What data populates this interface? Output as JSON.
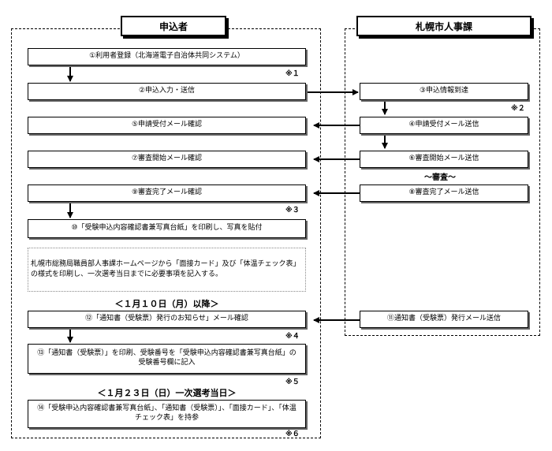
{
  "headers": {
    "applicant": "申込者",
    "hr_department": "札幌市人事課"
  },
  "applicant_steps": {
    "s1": "①利用者登録（北海道電子自治体共同システム）",
    "s2": "②申込入力・送信",
    "s5": "⑤申請受付メール確認",
    "s7": "⑦審査開始メール確認",
    "s9": "⑨審査完了メール確認",
    "s10": "⑩「受験申込内容確認書兼写真台紙」を印刷し、写真を貼付",
    "note": "札幌市総務局職員部人事課ホームページから「面接カード」及び「体温チェック表」の様式を印刷し、一次選考当日までに必要事項を記入する。",
    "s12": "⑫「通知書（受験票）発行のお知らせ」メール確認",
    "s13": "⑬「通知書（受験票）」を印刷、受験番号を「受験申込内容確認書兼写真台紙」の受験番号欄に記入",
    "s14": "⑭「受験申込内容確認書兼写真台紙」、「通知書（受験票）」、「面接カード」、「体温チェック表」を持参"
  },
  "hr_steps": {
    "s3": "③申込情報到達",
    "s4": "④申請受付メール送信",
    "s6": "⑥審査開始メール送信",
    "s8": "⑧審査完了メール送信",
    "s11": "⑪通知書（受験票）発行メール送信"
  },
  "review_label": "～審査～",
  "dates": {
    "d1": "＜１月１０日（月）以降＞",
    "d2": "＜１月２３日（日）一次選考当日＞"
  },
  "marks": {
    "m1": "※１",
    "m2": "※２",
    "m3": "※３",
    "m4": "※４",
    "m5": "※５",
    "m6": "※６"
  }
}
